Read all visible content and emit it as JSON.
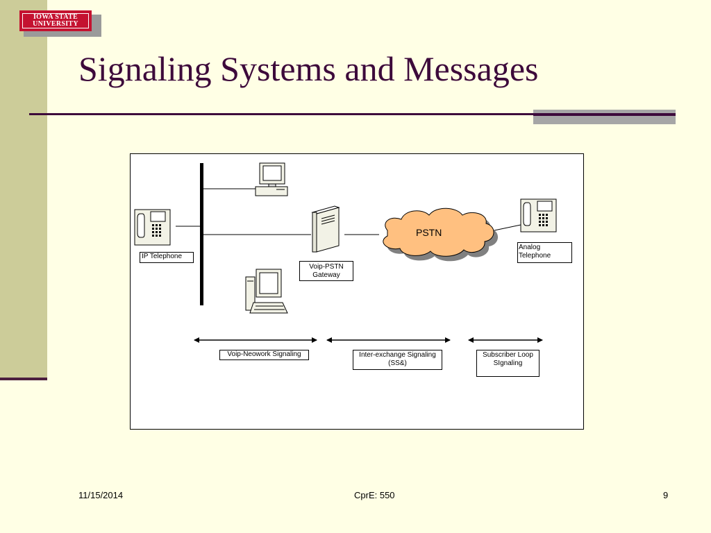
{
  "logo": {
    "line1": "IOWA STATE",
    "line2": "UNIVERSITY"
  },
  "slide": {
    "title": "Signaling Systems and Messages"
  },
  "diagram": {
    "pstn_label": "PSTN",
    "ip_telephone_label": "IP Telephone",
    "gateway_label_line1": "Voip-PSTN",
    "gateway_label_line2": "Gateway",
    "analog_telephone_line1": "Analog",
    "analog_telephone_line2": "Telephone",
    "voip_signaling_label": "Voip-Neowork Signaling",
    "interexchange_line1": "Inter-exchange Signaling",
    "interexchange_line2": "(SS&)",
    "subscriber_line1": "Subscriber Loop",
    "subscriber_line2": "SIgnaling"
  },
  "footer": {
    "date": "11/15/2014",
    "course": "CprE: 550",
    "page": "9"
  },
  "colors": {
    "background": "#FFFFE5",
    "band": "#CCCC99",
    "title": "#3D0A3B",
    "logo_red": "#C41230",
    "cloud": "#FFC080"
  },
  "icons": [
    "ip-telephone-icon",
    "desktop-computer-icon",
    "gateway-server-icon",
    "pstn-cloud-icon",
    "analog-telephone-icon"
  ]
}
